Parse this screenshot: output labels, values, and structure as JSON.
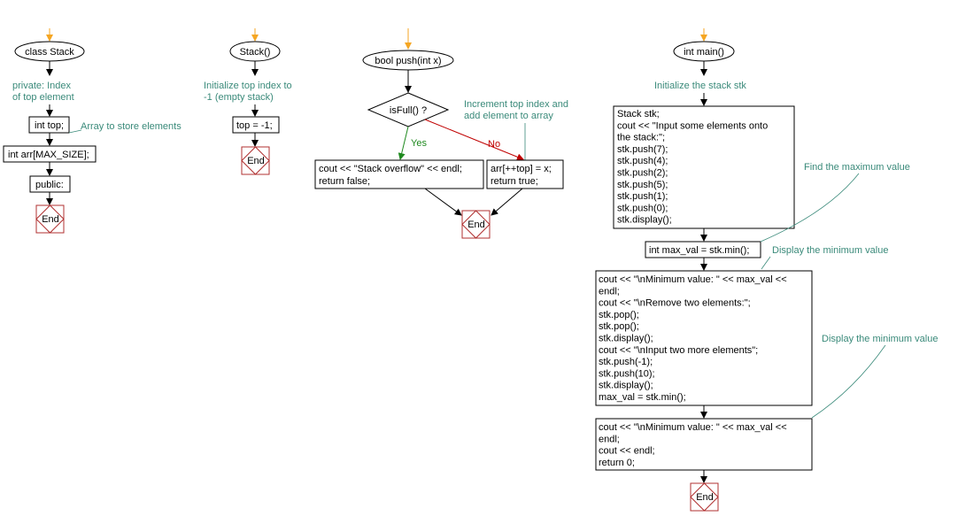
{
  "class_stack": {
    "start": "class Stack",
    "comment_private": [
      "private: Index",
      "of top element"
    ],
    "int_top": "int top;",
    "comment_array": "Array to store elements",
    "int_arr": "int arr[MAX_SIZE];",
    "public": "public:",
    "end": "End"
  },
  "constructor": {
    "start": "Stack()",
    "comment": [
      "Initialize top index to",
      "-1 (empty stack)"
    ],
    "assign": "top = -1;",
    "end": "End"
  },
  "push": {
    "start": "bool push(int x)",
    "decision": "isFull() ?",
    "yes": "Yes",
    "no": "No",
    "comment": [
      "Increment top index and",
      "add element to array"
    ],
    "overflow_lines": [
      "cout << \"Stack overflow\" << endl;",
      "return false;"
    ],
    "success_lines": [
      "arr[++top] = x;",
      "return true;"
    ],
    "end": "End"
  },
  "main": {
    "start": "int main()",
    "comment_init": "Initialize the stack stk",
    "block1": [
      "Stack stk;",
      "cout << \"Input some elements onto",
      "the stack:\";",
      "stk.push(7);",
      "stk.push(4);",
      "stk.push(2);",
      "stk.push(5);",
      "stk.push(1);",
      "stk.push(0);",
      "stk.display();"
    ],
    "comment_max": "Find the maximum value",
    "max_line": "int max_val = stk.min();",
    "comment_min1": "Display the minimum value",
    "block2": [
      "cout << \"\\nMinimum value: \" << max_val <<",
      "endl;",
      "cout << \"\\nRemove two elements:\";",
      "stk.pop();",
      "stk.pop();",
      "stk.display();",
      "cout << \"\\nInput two more elements\";",
      "stk.push(-1);",
      "stk.push(10);",
      "stk.display();",
      "max_val = stk.min();"
    ],
    "comment_min2": "Display the minimum value",
    "block3": [
      "cout << \"\\nMinimum value: \" << max_val <<",
      "endl;",
      "cout << endl;",
      "return 0;"
    ],
    "end": "End"
  },
  "colors": {
    "comment": "#3a8a7a",
    "start_arrow": "#f5a623",
    "yes_arrow": "#1f8a1f",
    "no_arrow": "#c00000",
    "end_border": "#b03030"
  }
}
